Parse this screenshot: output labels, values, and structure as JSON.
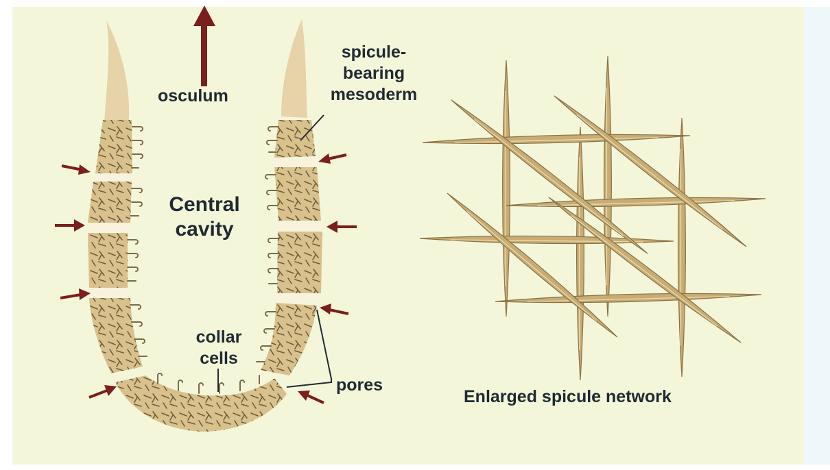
{
  "colors": {
    "background": "#f4f6d9",
    "right_strip": "#eef8fa",
    "wall_fill": "#d9c38f",
    "spicule": "#c7ad74",
    "arrow": "#7a1e1e",
    "text": "#1f2a33"
  },
  "labels": {
    "osculum": "osculum",
    "spicule_bearing_1": "spicule-",
    "spicule_bearing_2": "bearing",
    "spicule_bearing_3": "mesoderm",
    "central_cavity_1": "Central",
    "central_cavity_2": "cavity",
    "collar_cells_1": "collar",
    "collar_cells_2": "cells",
    "pores": "pores",
    "network": "Enlarged spicule network"
  }
}
